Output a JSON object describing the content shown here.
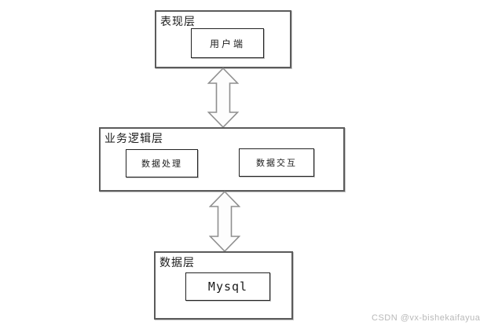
{
  "diagram": {
    "layers": [
      {
        "title": "表现层",
        "boxes": [
          {
            "label": "用户端"
          }
        ]
      },
      {
        "title": "业务逻辑层",
        "boxes": [
          {
            "label": "数据处理"
          },
          {
            "label": "数据交互"
          }
        ]
      },
      {
        "title": "数据层",
        "boxes": [
          {
            "label": "Mysql"
          }
        ]
      }
    ],
    "connectors": [
      {
        "type": "bidirectional-vertical-arrow",
        "from": "表现层",
        "to": "业务逻辑层"
      },
      {
        "type": "bidirectional-vertical-arrow",
        "from": "业务逻辑层",
        "to": "数据层"
      }
    ]
  },
  "watermark": "CSDN @vx-bishekaifayuan",
  "colors": {
    "background": "#ffffff",
    "layer_border": "#5b5b5b",
    "node_border": "#222222",
    "arrow_outline": "#8f8f8f",
    "arrow_fill": "#fdfdfd",
    "watermark_text": "#b9b9b9"
  }
}
